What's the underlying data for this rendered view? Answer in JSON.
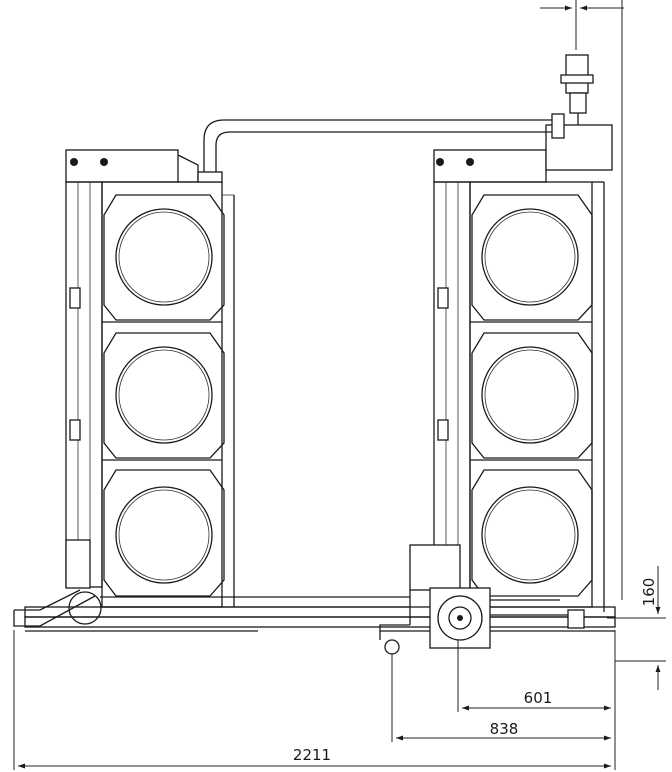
{
  "drawing": {
    "dimensions": {
      "overall_width": "2211",
      "offset_838": "838",
      "offset_601": "601",
      "height_160": "160"
    }
  }
}
